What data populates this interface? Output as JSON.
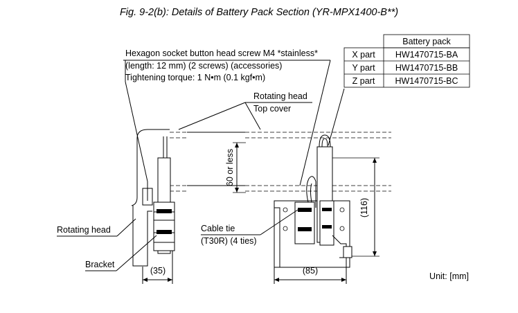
{
  "title": "Fig. 9-2(b): Details of Battery Pack Section (YR-MPX1400-B**)",
  "table": {
    "header": "Battery pack",
    "rows": [
      {
        "part": "X part",
        "code": "HW1470715-BA"
      },
      {
        "part": "Y part",
        "code": "HW1470715-BB"
      },
      {
        "part": "Z part",
        "code": "HW1470715-BC"
      }
    ]
  },
  "screw_note": {
    "line1": "Hexagon socket button head screw M4 *stainless*",
    "line2": "(length: 12 mm) (2 screws) (accessories)",
    "line3": "Tightening torque: 1 N•m (0.1 kgf•m)"
  },
  "labels": {
    "rotating_head_top": "Rotating head",
    "top_cover": "Top cover",
    "rotating_head_left": "Rotating head",
    "bracket": "Bracket",
    "cable_tie_1": "Cable tie",
    "cable_tie_2": "(T30R) (4 ties)",
    "dim_60": "60 or less",
    "dim_116": "(116)",
    "dim_35": "(35)",
    "dim_85": "(85)",
    "unit": "Unit: [mm]"
  }
}
